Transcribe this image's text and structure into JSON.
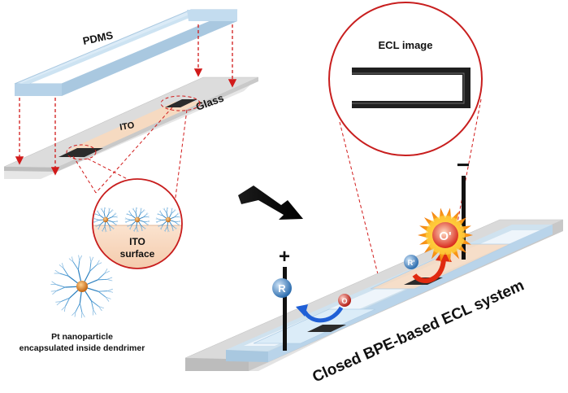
{
  "labels": {
    "pdms": "PDMS",
    "glass": "Glass",
    "ito": "ITO",
    "ito_surface_line1": "ITO",
    "ito_surface_line2": "surface",
    "ecl_image": "ECL image",
    "pt_line1": "Pt nanoparticle",
    "pt_line2": "encapsulated inside dendrimer",
    "system": "Closed BPE-based ECL system",
    "plus": "+",
    "minus": "−",
    "species_R": "R",
    "species_O": "O",
    "species_R_radical": "R'",
    "species_O_radical": "O'"
  },
  "colors": {
    "pdms": "#cde3f2",
    "pdms_edge": "#8fb8d6",
    "glass": "#dcdcdc",
    "ito": "#f7d9bf",
    "electrode": "#2b2b2b",
    "dashed": "#d11a1a",
    "circle_stroke": "#c81e1e",
    "dendrimer": "#2a7fbf",
    "reduction_arrow": "#1f5fd6",
    "oxidation_arrow": "#e02a10",
    "burst": "#f4a21a",
    "sphere_R": "#3d86c9",
    "sphere_O": "#d8342b"
  }
}
